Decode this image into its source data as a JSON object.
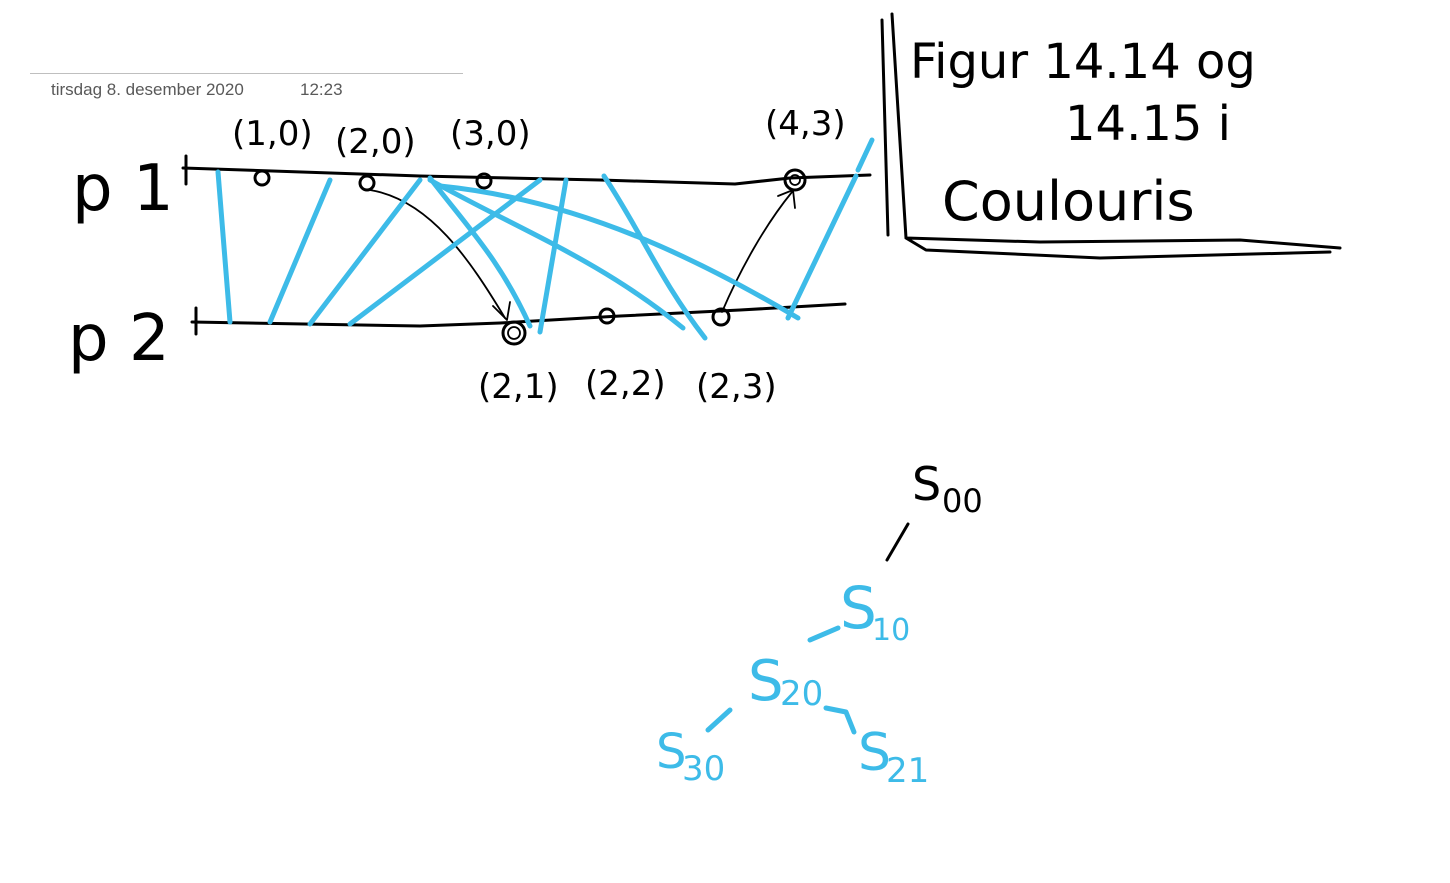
{
  "header": {
    "date": "tirsdag 8. desember 2020",
    "time": "12:23"
  },
  "diagram": {
    "processes": [
      {
        "label": "p 1"
      },
      {
        "label": "p 2"
      }
    ],
    "p1_events": [
      "(1,0)",
      "(2,0)",
      "(3,0)",
      "(4,3)"
    ],
    "p2_events": [
      "(2,1)",
      "(2,2)",
      "(2,3)"
    ],
    "note": {
      "line1": "Figur 14.14 og",
      "line2": "14.15 i",
      "line3": "Coulouris"
    },
    "lattice": {
      "nodes": [
        {
          "id": "s00",
          "label": "S",
          "sub": "00",
          "color": "#000000"
        },
        {
          "id": "s10",
          "label": "S",
          "sub": "10",
          "color": "#3dbbe8"
        },
        {
          "id": "s20",
          "label": "S",
          "sub": "20",
          "color": "#3dbbe8"
        },
        {
          "id": "s30",
          "label": "S",
          "sub": "30",
          "color": "#3dbbe8"
        },
        {
          "id": "s21",
          "label": "S",
          "sub": "21",
          "color": "#3dbbe8"
        }
      ]
    }
  }
}
